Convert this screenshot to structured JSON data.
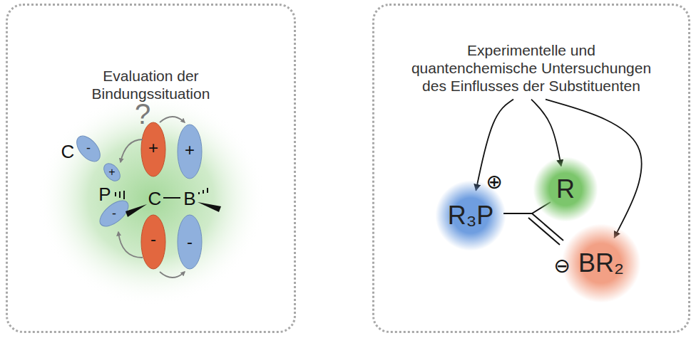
{
  "diagram": {
    "nodes": [
      {
        "text": [
          "Evaluation der Bindungssituation"
        ]
      },
      {
        "text": [
          "Experimentelle und quantenchemische Untersuchungen des Einflusses der Substituenten"
        ]
      },
      {
        "text": [
          "R₃P"
        ],
        "in": 1
      },
      {
        "text": [
          "R"
        ],
        "in": 1
      },
      {
        "text": [
          "BR₂"
        ],
        "in": 1
      }
    ],
    "edges": [
      {
        "from": 1,
        "to": 2,
        "arrow": "to"
      },
      {
        "from": 1,
        "to": 3,
        "arrow": "to"
      },
      {
        "from": 1,
        "to": 4,
        "arrow": "to"
      }
    ],
    "labels": [
      "?",
      "C",
      "-",
      "+",
      "P",
      "-",
      "C",
      "B",
      "+",
      "-",
      "+",
      "-",
      "⊕",
      "⊖"
    ]
  }
}
